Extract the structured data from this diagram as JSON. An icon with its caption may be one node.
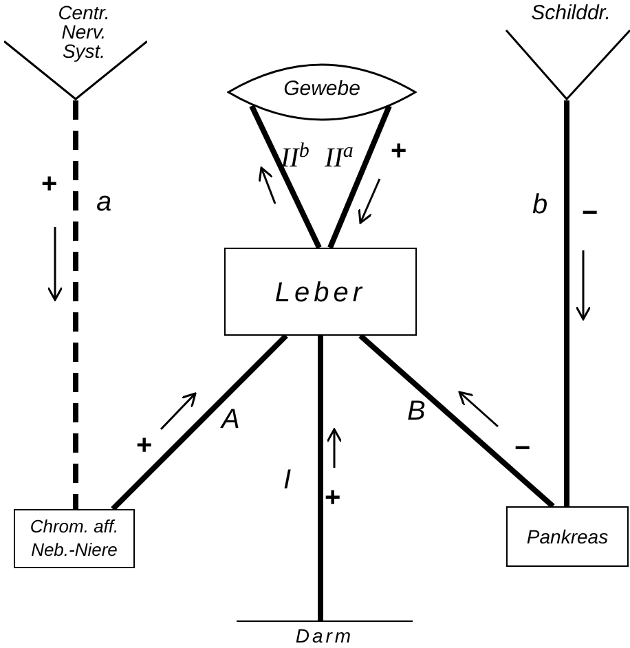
{
  "diagram": {
    "nodes": [
      {
        "text": [
          "Centr. Nerv. Syst."
        ]
      },
      {
        "text": [
          "Schilddr."
        ]
      },
      {
        "text": [
          "Gewebe"
        ]
      },
      {
        "text": [
          "Leber"
        ]
      },
      {
        "text": [
          "Chrom. aff. Neb.-Niere"
        ]
      },
      {
        "text": [
          "Pankreas"
        ]
      },
      {
        "text": [
          "Darm"
        ]
      }
    ],
    "edges": [
      {
        "from": 0,
        "to": 4,
        "arrow": "none",
        "label": "a",
        "style": "dashed"
      },
      {
        "from": 1,
        "to": 5,
        "arrow": "none",
        "label": "b"
      },
      {
        "from": 4,
        "to": 3,
        "arrow": "none",
        "label": "A"
      },
      {
        "from": 5,
        "to": 3,
        "arrow": "none",
        "label": "B"
      },
      {
        "from": 6,
        "to": 3,
        "arrow": "none",
        "label": "I"
      },
      {
        "from": 3,
        "to": 2,
        "arrow": "none",
        "label": "II$^{b}$"
      },
      {
        "from": 3,
        "to": 2,
        "arrow": "none",
        "label": "II$^{a}$"
      }
    ],
    "labels": [
      "+",
      "+",
      "−",
      "+",
      "−",
      "+"
    ]
  }
}
